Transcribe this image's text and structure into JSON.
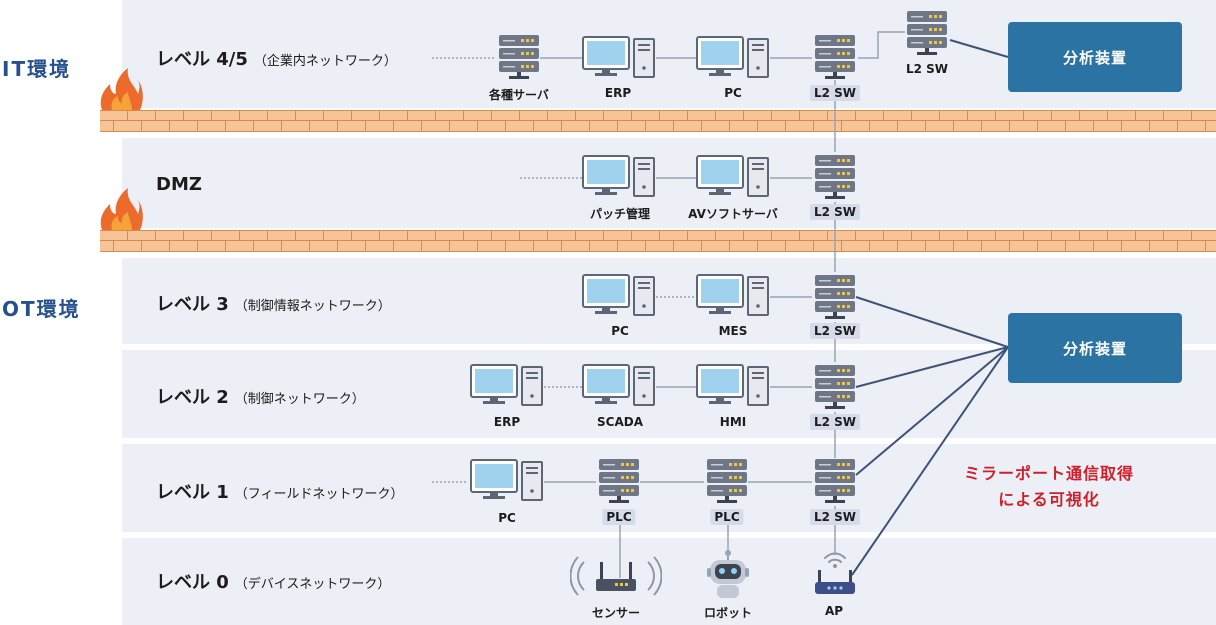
{
  "environments": {
    "it": "IT環境",
    "ot": "OT環境"
  },
  "levels": {
    "l45": {
      "title": "レベル 4/5",
      "subtitle": "（企業内ネットワーク）"
    },
    "dmz": {
      "title": "DMZ",
      "subtitle": ""
    },
    "l3": {
      "title": "レベル 3",
      "subtitle": "（制御情報ネットワーク）"
    },
    "l2": {
      "title": "レベル 2",
      "subtitle": "（制御ネットワーク）"
    },
    "l1": {
      "title": "レベル 1",
      "subtitle": "（フィールドネットワーク）"
    },
    "l0": {
      "title": "レベル 0",
      "subtitle": "（デバイスネットワーク）"
    }
  },
  "devices": {
    "l45": {
      "servers": "各種サーバ",
      "erp": "ERP",
      "pc": "PC",
      "sw": "L2 SW",
      "sw_top": "L2 SW"
    },
    "dmz": {
      "patch": "パッチ管理",
      "av": "AVソフトサーバ",
      "sw": "L2 SW"
    },
    "l3": {
      "pc": "PC",
      "mes": "MES",
      "sw": "L2 SW"
    },
    "l2": {
      "erp": "ERP",
      "scada": "SCADA",
      "hmi": "HMI",
      "sw": "L2 SW"
    },
    "l1": {
      "pc": "PC",
      "plc1": "PLC",
      "plc2": "PLC",
      "sw": "L2 SW"
    },
    "l0": {
      "sensor": "センサー",
      "robot": "ロボット",
      "ap": "AP"
    }
  },
  "analyzer_it": "分析装置",
  "analyzer_ot": "分析装置",
  "mirror_note": {
    "line1": "ミラーポート通信取得",
    "line2": "による可視化"
  },
  "colors": {
    "band": "#eceff5",
    "brand_blue": "#2b73a3",
    "env_text": "#27508f",
    "note_red": "#cf1f2a",
    "brick": "#f6c497",
    "mortar": "#dc8a48"
  },
  "icons": [
    "flame-icon",
    "monitor-icon",
    "server-rack-icon",
    "robot-icon",
    "wireless-ap-icon",
    "wireless-sensor-icon"
  ]
}
